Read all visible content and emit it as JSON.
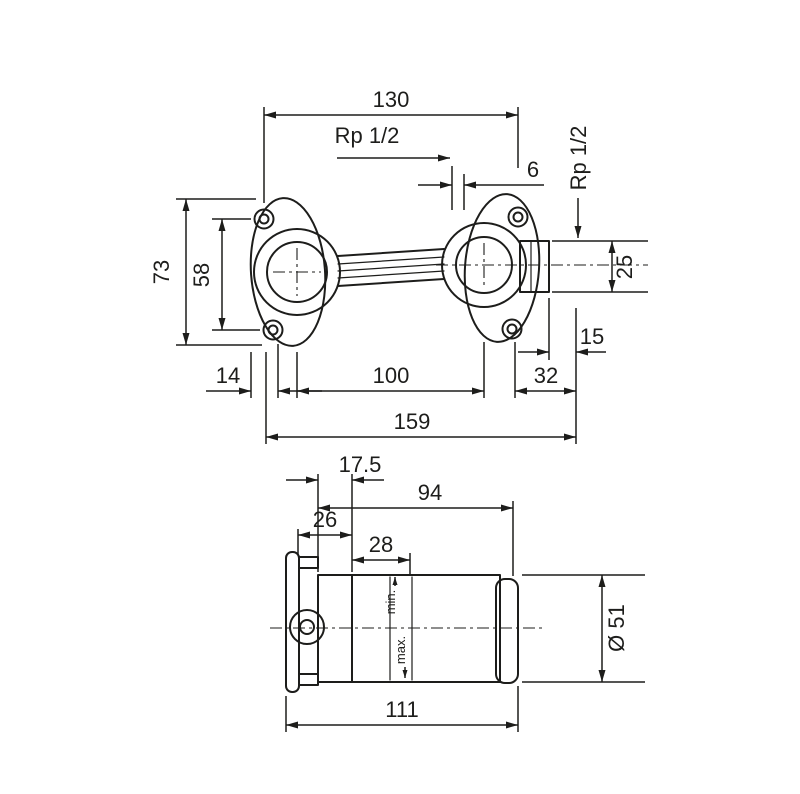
{
  "colors": {
    "ink": "#1d1d1b",
    "background": "#ffffff"
  },
  "front_view": {
    "dim_130": "130",
    "thread_top": "Rp 1/2",
    "dim_6": "6",
    "thread_side": "Rp 1/2",
    "dim_73": "73",
    "dim_58": "58",
    "dim_25": "25",
    "dim_15": "15",
    "dim_14": "14",
    "dim_100": "100",
    "dim_32": "32",
    "dim_159": "159"
  },
  "side_view": {
    "dim_17_5": "17.5",
    "dim_94": "94",
    "dim_26": "26",
    "dim_28": "28",
    "min_label": "min.",
    "max_label": "max.",
    "dim_dia_51": "Ø 51",
    "dim_111": "111"
  }
}
